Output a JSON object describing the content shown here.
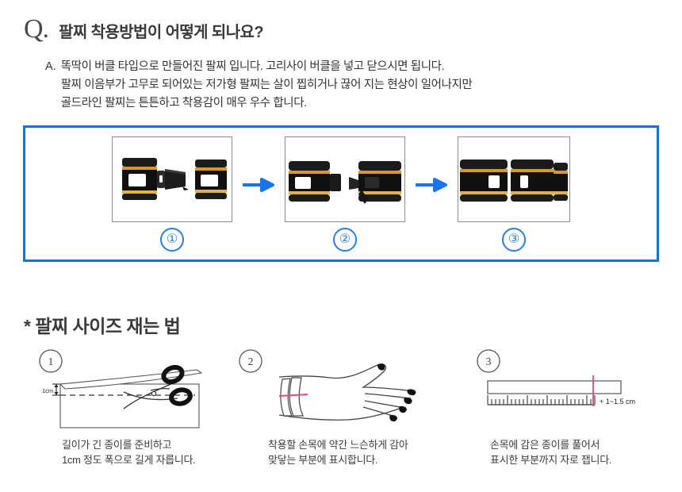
{
  "faq": {
    "q_mark": "Q.",
    "question": "팔찌 착용방법이 어떻게 되나요?",
    "a_mark": "A.",
    "answer_lines": [
      "똑딱이 버클 타입으로 만들어진 팔찌 입니다. 고리사이 버클을 넣고 닫으시면 됩니다.",
      "팔찌 이음부가 고무로 되어있는 저가형 팔찌는 살이 찝히거나 끊어 지는 현상이 일어나지만",
      "골드라인 팔찌는 튼튼하고 착용감이 매우 우수 합니다."
    ]
  },
  "steps": {
    "accent_color": "#1a6fe0",
    "arrow_color": "#2b7de0",
    "items": [
      {
        "number": "①",
        "alt": "bracelet-clasp-open"
      },
      {
        "number": "②",
        "alt": "bracelet-clasp-inserting"
      },
      {
        "number": "③",
        "alt": "bracelet-clasp-closed"
      }
    ],
    "arrows": [
      "→",
      "→"
    ]
  },
  "sizing": {
    "title": "* 팔찌 사이즈 재는 법",
    "mark_color": "#e8467c",
    "items": [
      {
        "number": "1",
        "label": "1cm",
        "caption_lines": [
          "길이가 긴 종이를 준비하고",
          "1cm 정도 폭으로 길게 자릅니다."
        ]
      },
      {
        "number": "2",
        "label": "",
        "caption_lines": [
          "착용할 손목에 약간 느슨하게 감아",
          "맞닿는 부분에 표시합니다."
        ]
      },
      {
        "number": "3",
        "label": "+ 1~1.5 cm",
        "caption_lines": [
          "손목에 감은 종이를 풀어서",
          "표시한 부분까지 자로 잽니다."
        ]
      }
    ]
  }
}
